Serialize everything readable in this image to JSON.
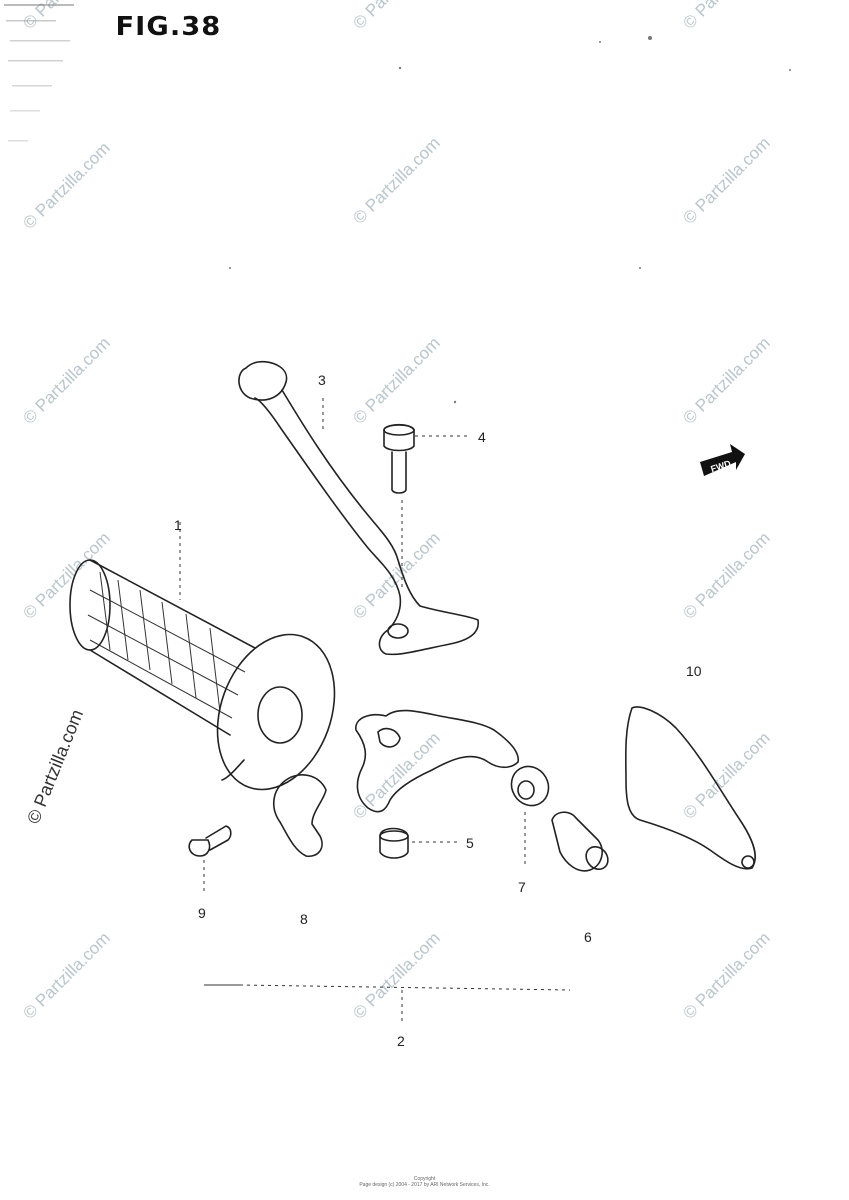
{
  "figure": {
    "title": "FIG.38"
  },
  "callouts": [
    {
      "id": "1",
      "label": "1"
    },
    {
      "id": "2",
      "label": "2"
    },
    {
      "id": "3",
      "label": "3"
    },
    {
      "id": "4",
      "label": "4"
    },
    {
      "id": "5",
      "label": "5"
    },
    {
      "id": "6",
      "label": "6"
    },
    {
      "id": "7",
      "label": "7"
    },
    {
      "id": "8",
      "label": "8"
    },
    {
      "id": "9",
      "label": "9"
    },
    {
      "id": "10",
      "label": "10"
    }
  ],
  "direction_badge": {
    "label": "FWD"
  },
  "watermark": {
    "text": "© Partzilla.com",
    "side_text": "© Partzilla.com"
  },
  "footer": {
    "line1": "Copyright",
    "line2": "Page design (c) 2004 - 2017 by ARI Network Services, Inc."
  }
}
